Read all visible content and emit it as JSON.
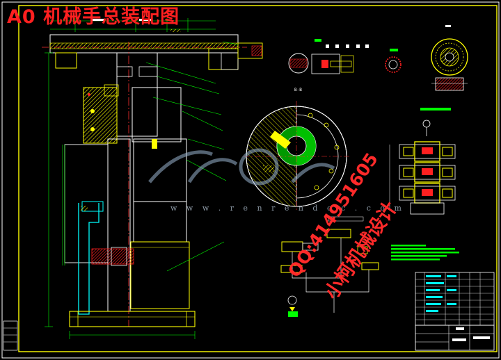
{
  "drawing": {
    "title": "A0 机械手总装配图",
    "watermark_site": "w w w . r e n r e n d o c . c o m",
    "watermark_contact": "QQ:414951605",
    "watermark_shop": "小柯机械设计",
    "section_label": "B-B"
  },
  "colors": {
    "background": "#000000",
    "frame": "#ffff00",
    "outline": "#ffffff",
    "dimension": "#00ff00",
    "centerline": "#ff3030",
    "hatch_red": "#ff2020",
    "hatch_yellow": "#ffff00",
    "accent_cyan": "#00ffff",
    "title_red": "#ff2020"
  },
  "parts": [
    {
      "id": "upper-arm",
      "name": "upper-arm-assembly"
    },
    {
      "id": "column",
      "name": "lift-column"
    },
    {
      "id": "base",
      "name": "base-housing"
    },
    {
      "id": "section-view",
      "name": "cross-section-circle"
    },
    {
      "id": "valve-stack",
      "name": "hydraulic-valve-stack"
    },
    {
      "id": "hydraulic-circuit",
      "name": "hydraulic-schematic"
    },
    {
      "id": "parts-list",
      "name": "bill-of-materials-table"
    }
  ]
}
